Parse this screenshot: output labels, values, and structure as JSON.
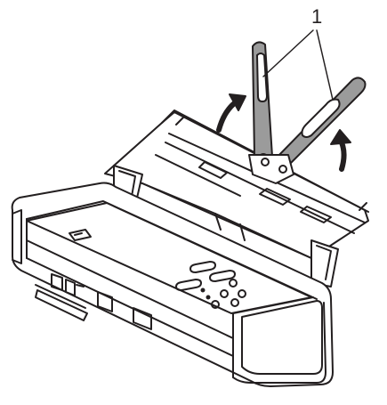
{
  "callout": {
    "label": "1"
  },
  "colors": {
    "outline": "#231f20",
    "body": "#ffffff",
    "arm": "#9b9b9b",
    "arm_dark": "#7d7d7d",
    "arm_highlight": "#ffffff"
  },
  "parts": {
    "callout_target": "document-support-arms",
    "motion": "lift-arms-upward"
  }
}
